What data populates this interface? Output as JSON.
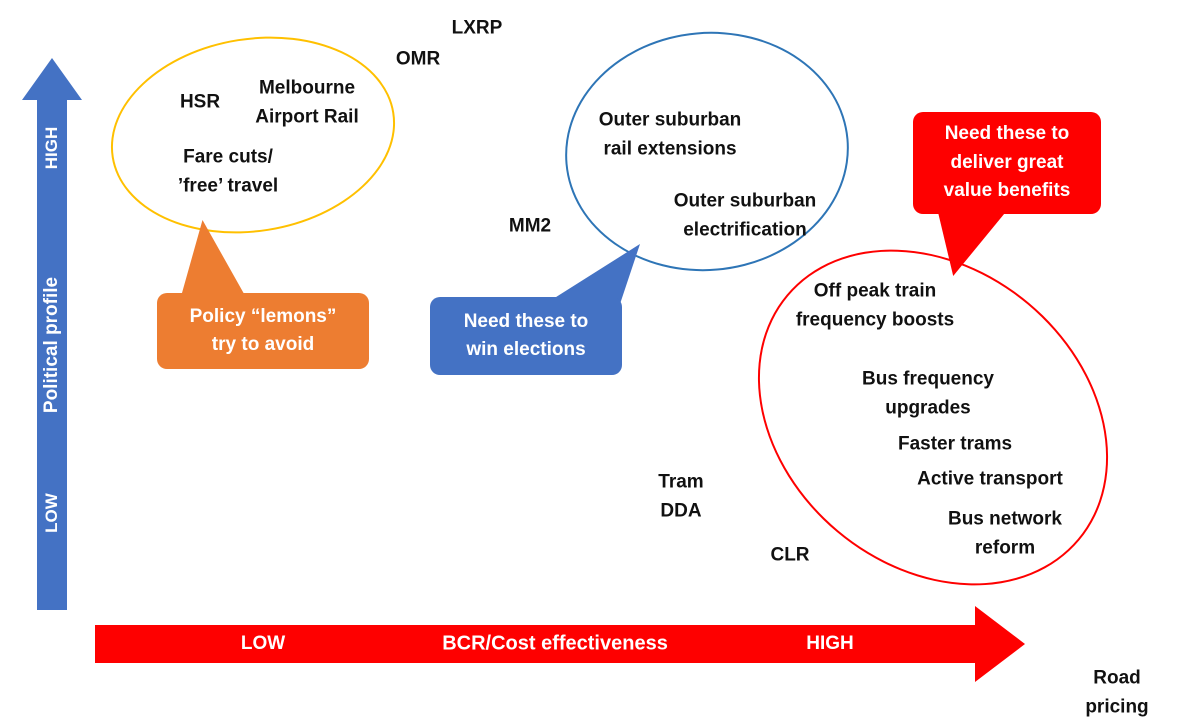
{
  "axes": {
    "vertical": {
      "label": "Political profile",
      "high": "HIGH",
      "low": "LOW",
      "color": "#4472C4"
    },
    "horizontal": {
      "label": "BCR/Cost effectiveness",
      "low": "LOW",
      "high": "HIGH",
      "color": "#FE0000"
    }
  },
  "clusters": {
    "low_bcr_high_profile": {
      "outline_color": "#FFC000",
      "items": {
        "hsr": "HSR",
        "melbourne_airport_rail": "Melbourne\nAirport Rail",
        "fare_cuts": "Fare cuts/\n’free’ travel"
      }
    },
    "mid_bcr_high_profile": {
      "outline_color": "#2E75B6",
      "items": {
        "outer_suburban_rail_extensions": "Outer suburban\nrail extensions",
        "outer_suburban_electrification": "Outer suburban\nelectrification"
      }
    },
    "high_bcr_value": {
      "outline_color": "#FE0000",
      "items": {
        "off_peak_train": "Off peak train\nfrequency boosts",
        "bus_frequency_upgrades": "Bus frequency\nupgrades",
        "faster_trams": "Faster trams",
        "active_transport": "Active transport",
        "bus_network_reform": "Bus network\nreform"
      }
    }
  },
  "callouts": {
    "orange": {
      "text": "Policy “lemons”\ntry to avoid",
      "color": "#ED7D31"
    },
    "blue": {
      "text": "Need these to\nwin elections",
      "color": "#4472C4"
    },
    "red": {
      "text": "Need these to\ndeliver great\nvalue benefits",
      "color": "#FE0000"
    }
  },
  "floating_labels": {
    "lxrp": "LXRP",
    "omr": "OMR",
    "mm2": "MM2",
    "tram_dda": "Tram\nDDA",
    "clr": "CLR",
    "road_pricing": "Road pricing"
  }
}
